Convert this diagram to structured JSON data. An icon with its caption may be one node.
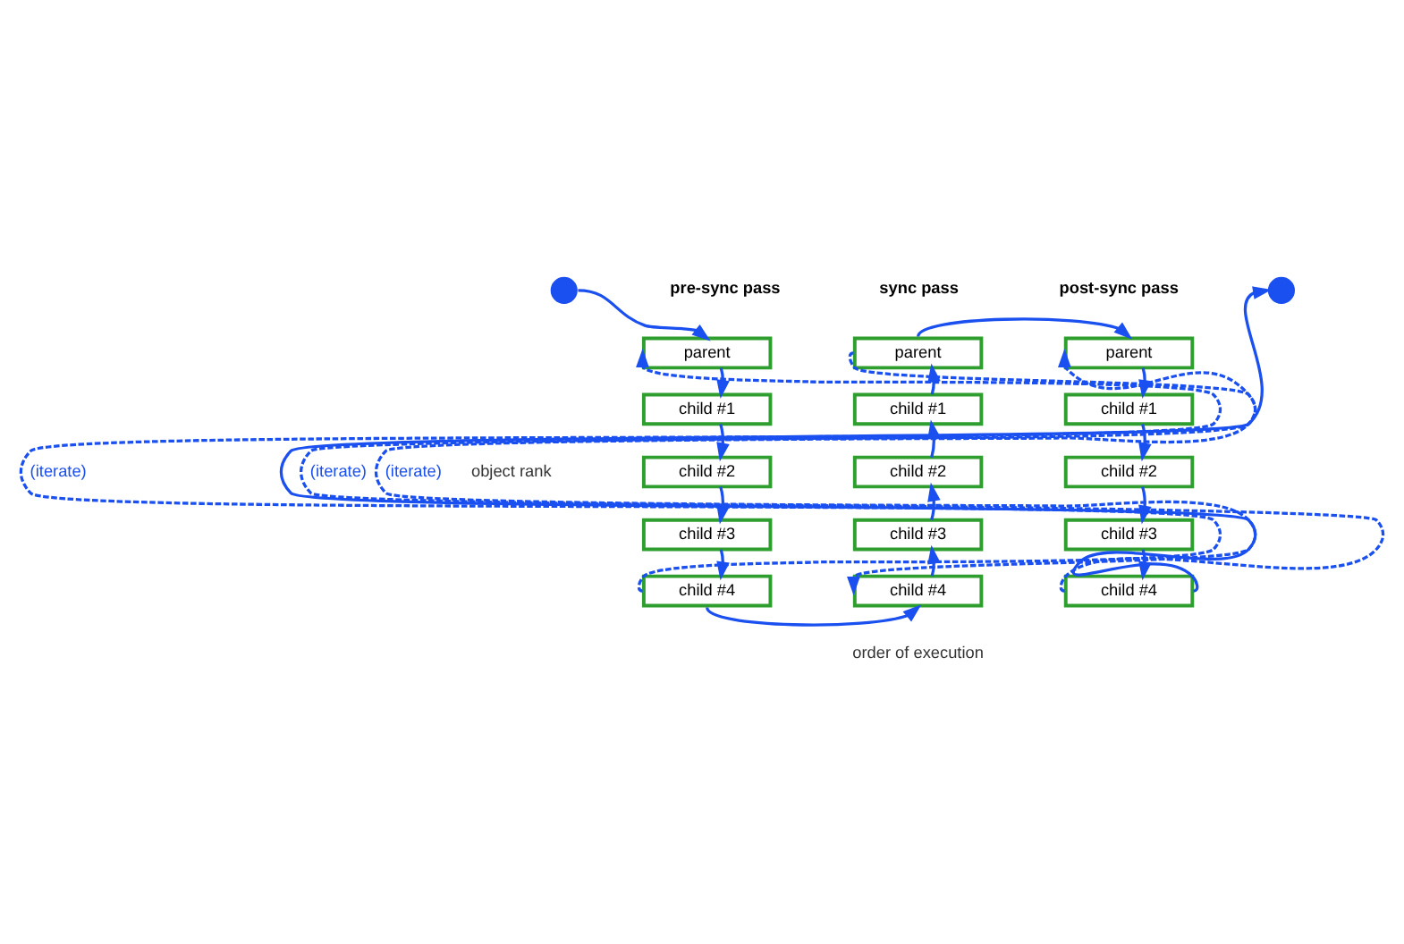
{
  "diagram": {
    "nodes": [
      {
        "text": [],
        "shape": "circle"
      },
      {
        "text": [
          "parent"
        ]
      },
      {
        "text": [
          "child #1"
        ]
      },
      {
        "text": [
          "child #2"
        ]
      },
      {
        "text": [
          "child #3"
        ]
      },
      {
        "text": [
          "child #4"
        ]
      },
      {
        "text": [
          "parent"
        ]
      },
      {
        "text": [
          "child #1"
        ]
      },
      {
        "text": [
          "child #2"
        ]
      },
      {
        "text": [
          "child #3"
        ]
      },
      {
        "text": [
          "child #4"
        ]
      },
      {
        "text": [
          "parent"
        ]
      },
      {
        "text": [
          "child #1"
        ]
      },
      {
        "text": [
          "child #2"
        ]
      },
      {
        "text": [
          "child #3"
        ]
      },
      {
        "text": [
          "child #4"
        ]
      },
      {
        "text": [],
        "shape": "circle"
      }
    ],
    "edges": [
      {
        "from": 0,
        "to": 1,
        "arrow": "to"
      },
      {
        "from": 1,
        "to": 2,
        "arrow": "to"
      },
      {
        "from": 2,
        "to": 3,
        "arrow": "to"
      },
      {
        "from": 3,
        "to": 4,
        "arrow": "to"
      },
      {
        "from": 4,
        "to": 5,
        "arrow": "to"
      },
      {
        "from": 5,
        "to": 1,
        "arrow": "to",
        "style": "dashed",
        "label": "(iterate)"
      },
      {
        "from": 5,
        "to": 10,
        "arrow": "to"
      },
      {
        "from": 10,
        "to": 9,
        "arrow": "to"
      },
      {
        "from": 9,
        "to": 8,
        "arrow": "to"
      },
      {
        "from": 8,
        "to": 7,
        "arrow": "to"
      },
      {
        "from": 7,
        "to": 6,
        "arrow": "to"
      },
      {
        "from": 6,
        "to": 10,
        "arrow": "to",
        "style": "dashed",
        "label": "(iterate)"
      },
      {
        "from": 6,
        "to": 11,
        "arrow": "to"
      },
      {
        "from": 11,
        "to": 12,
        "arrow": "to"
      },
      {
        "from": 12,
        "to": 13,
        "arrow": "to"
      },
      {
        "from": 13,
        "to": 14,
        "arrow": "to"
      },
      {
        "from": 14,
        "to": 15,
        "arrow": "to"
      },
      {
        "from": 15,
        "to": 11,
        "arrow": "to",
        "style": "dashed",
        "label": "(iterate)"
      },
      {
        "from": 15,
        "to": 16,
        "arrow": "to"
      }
    ],
    "labels": [
      "pre-sync pass",
      "sync pass",
      "post-sync pass",
      "object rank",
      "order of execution"
    ]
  }
}
